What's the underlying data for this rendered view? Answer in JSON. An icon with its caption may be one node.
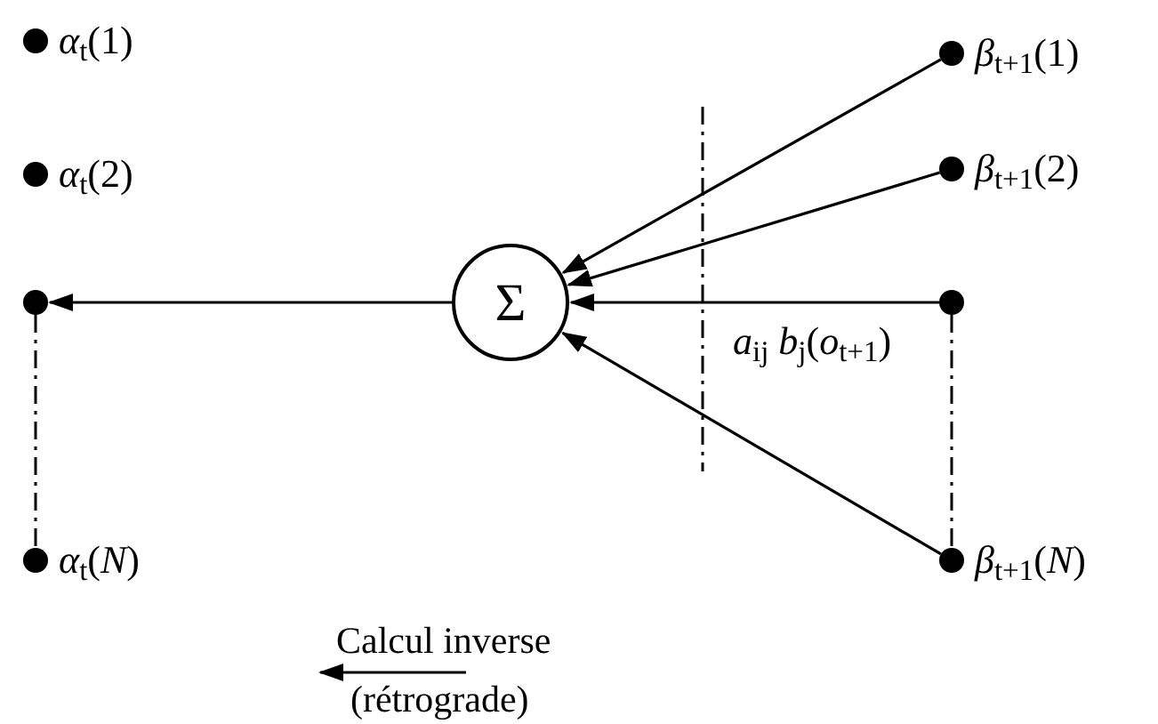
{
  "diagram": {
    "nodes": [
      {
        "text": [
          "*α*$_{t}$(1)"
        ]
      },
      {
        "text": [
          "*α*$_{t}$(2)"
        ]
      },
      {
        "text": [],
        "shape": "circle"
      },
      {
        "text": [
          "*α*$_{t}$(*N*)"
        ]
      },
      {
        "text": [
          "Σ"
        ]
      },
      {
        "text": [
          "*β*$_{t+1}$(1)"
        ]
      },
      {
        "text": [
          "*β*$_{t+1}$(2)"
        ]
      },
      {
        "text": [],
        "shape": "circle"
      },
      {
        "text": [
          "*β*$_{t+1}$(*N*)"
        ]
      }
    ],
    "edges": [
      {
        "from": 5,
        "to": 4,
        "arrow": "to"
      },
      {
        "from": 6,
        "to": 4,
        "arrow": "to"
      },
      {
        "from": 7,
        "to": 4,
        "arrow": "to",
        "label": "*a*$_{ij}$ *b*$_{j}$(*o*$_{t+1}$)"
      },
      {
        "from": 8,
        "to": 4,
        "arrow": "to"
      },
      {
        "from": 4,
        "to": 2,
        "arrow": "to"
      },
      {
        "from": 2,
        "to": 3,
        "arrow": "none",
        "style": "dashed"
      },
      {
        "from": 7,
        "to": 8,
        "arrow": "none",
        "style": "dashed"
      }
    ],
    "labels": [
      "Calcul inverse",
      "(rétrograde)"
    ]
  }
}
